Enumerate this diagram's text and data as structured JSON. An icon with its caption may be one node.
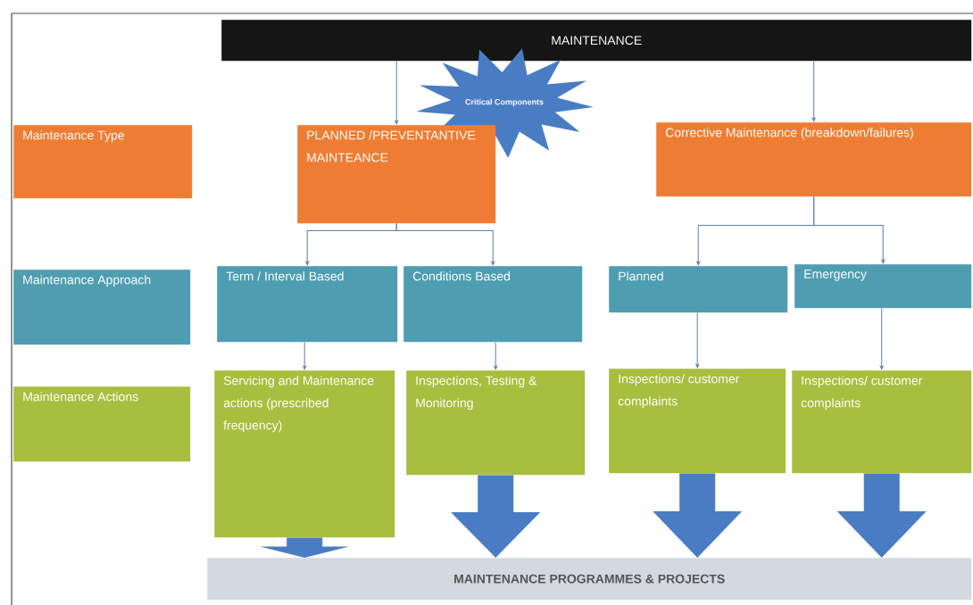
{
  "diagram": {
    "nodes": [
      {
        "text": [
          "MAINTENANCE"
        ]
      },
      {
        "text": [
          "Critical Components"
        ]
      },
      {
        "text": [
          "Maintenance Type"
        ]
      },
      {
        "text": [
          "PLANNED /PREVENTANTIVE MAINTEANCE"
        ]
      },
      {
        "text": [
          "Corrective Maintenance (breakdown/failures)"
        ]
      },
      {
        "text": [
          "Maintenance Approach"
        ]
      },
      {
        "text": [
          "Term / Interval Based"
        ]
      },
      {
        "text": [
          "Conditions Based"
        ]
      },
      {
        "text": [
          "Planned"
        ]
      },
      {
        "text": [
          "Emergency"
        ]
      },
      {
        "text": [
          "Maintenance Actions"
        ]
      },
      {
        "text": [
          "Servicing and Maintenance actions (prescribed frequency)"
        ]
      },
      {
        "text": [
          "Inspections, Testing & Monitoring"
        ]
      },
      {
        "text": [
          "Inspections/ customer complaints"
        ]
      },
      {
        "text": [
          "Inspections/ customer complaints"
        ]
      },
      {
        "text": [
          "MAINTENANCE PROGRAMMES & PROJECTS"
        ]
      }
    ],
    "edges": [
      {
        "from": 0,
        "to": 3,
        "arrow": "to"
      },
      {
        "from": 0,
        "to": 4,
        "arrow": "to"
      },
      {
        "from": 3,
        "to": 6,
        "arrow": "to"
      },
      {
        "from": 3,
        "to": 7,
        "arrow": "to"
      },
      {
        "from": 4,
        "to": 8,
        "arrow": "to"
      },
      {
        "from": 4,
        "to": 9,
        "arrow": "to"
      },
      {
        "from": 6,
        "to": 11,
        "arrow": "to"
      },
      {
        "from": 7,
        "to": 12,
        "arrow": "to"
      },
      {
        "from": 8,
        "to": 13,
        "arrow": "to"
      },
      {
        "from": 9,
        "to": 14,
        "arrow": "to"
      },
      {
        "from": 11,
        "to": 15,
        "arrow": "to",
        "style": "thick",
        "color": "#4a7cc4"
      },
      {
        "from": 12,
        "to": 15,
        "arrow": "to",
        "style": "thick",
        "color": "#4a7cc4"
      },
      {
        "from": 13,
        "to": 15,
        "arrow": "to",
        "style": "thick",
        "color": "#4a7cc4"
      },
      {
        "from": 14,
        "to": 15,
        "arrow": "to",
        "style": "thick",
        "color": "#4a7cc4"
      }
    ]
  }
}
